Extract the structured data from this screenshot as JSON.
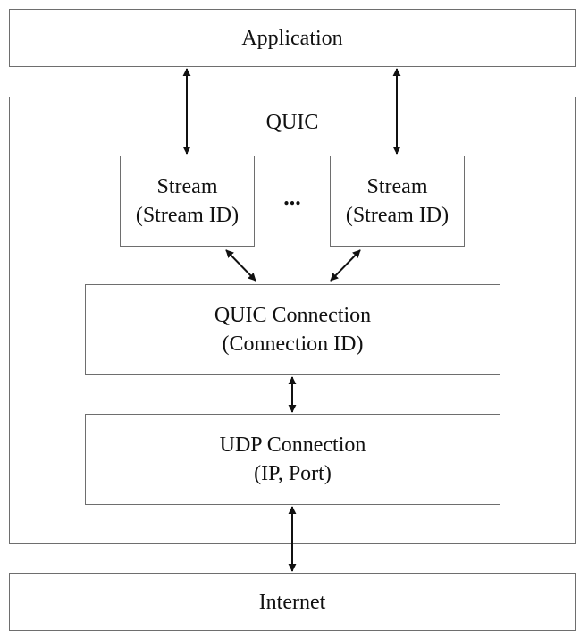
{
  "application": {
    "label": "Application"
  },
  "quic": {
    "label": "QUIC"
  },
  "streams": [
    {
      "line1": "Stream",
      "line2": "(Stream ID)"
    },
    {
      "line1": "Stream",
      "line2": "(Stream ID)"
    }
  ],
  "ellipsis": "...",
  "quic_connection": {
    "line1": "QUIC Connection",
    "line2": "(Connection ID)"
  },
  "udp_connection": {
    "line1": "UDP Connection",
    "line2": "(IP, Port)"
  },
  "internet": {
    "label": "Internet"
  },
  "colors": {
    "border": "#6e6e6e",
    "arrow": "#111111"
  }
}
